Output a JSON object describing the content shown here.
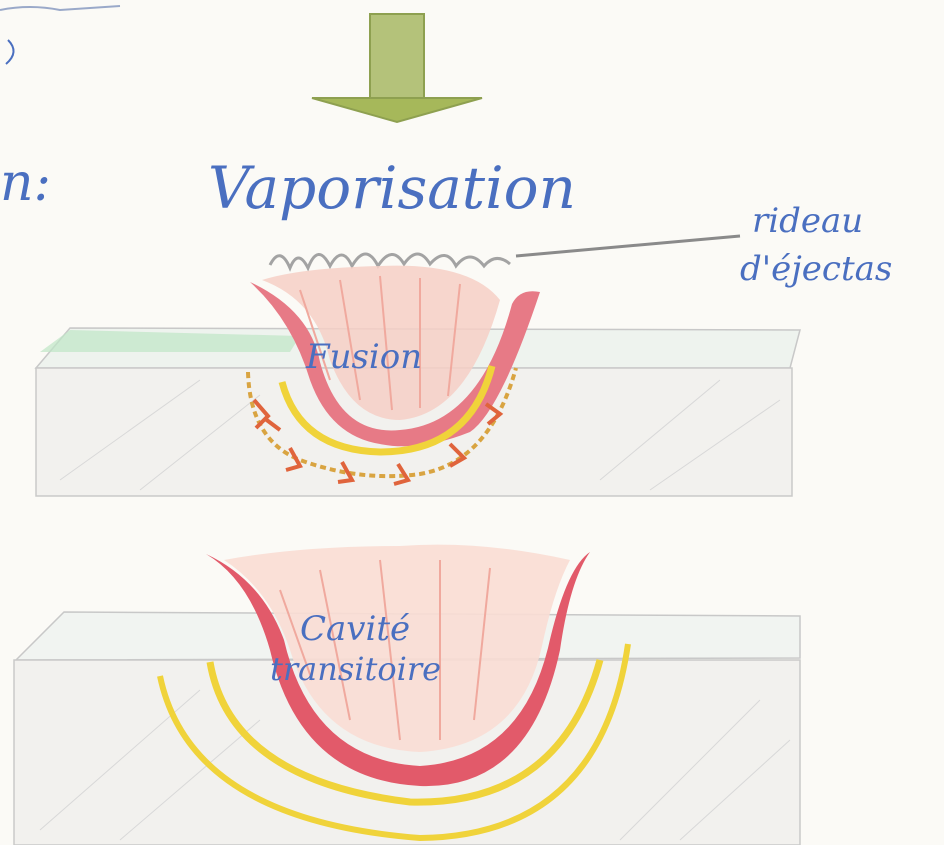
{
  "labels": {
    "top_left_fragment": "n:",
    "title": "Vaporisation",
    "ejecta_line1": "rideau",
    "ejecta_line2": "d'éjectas",
    "fusion": "Fusion",
    "cavity_line1": "Cavité",
    "cavity_line2": "transitoire"
  },
  "colors": {
    "arrow": "#a6b85a",
    "pencil_blue": "#4a6fc0",
    "melt_red": "#d9505a",
    "shock_yellow": "#f0d33a",
    "spike_orange": "#e0643c",
    "block_grey": "#c9c9c9",
    "ground_green": "#9fd9a8"
  }
}
